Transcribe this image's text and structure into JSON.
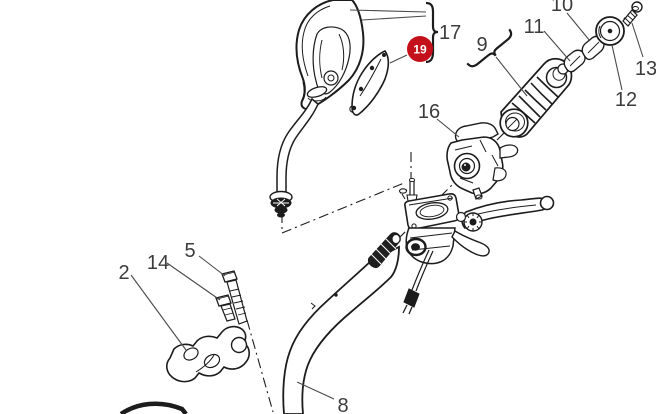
{
  "colors": {
    "background": "#ffffff",
    "line": "#1c1c1c",
    "label": "#3c3c3c",
    "leader": "#4a4a4a",
    "highlight": "#c3101b",
    "highlight_text": "#ffffff"
  },
  "callouts": {
    "c2": {
      "label": "2"
    },
    "c5": {
      "label": "5"
    },
    "c8": {
      "label": "8"
    },
    "c9": {
      "label": "9"
    },
    "c10": {
      "label": "10"
    },
    "c11": {
      "label": "11"
    },
    "c12": {
      "label": "12"
    },
    "c13": {
      "label": "13"
    },
    "c14": {
      "label": "14"
    },
    "c16": {
      "label": "16"
    },
    "c17": {
      "label": "17"
    },
    "c19": {
      "label": "19",
      "highlighted": true
    }
  }
}
